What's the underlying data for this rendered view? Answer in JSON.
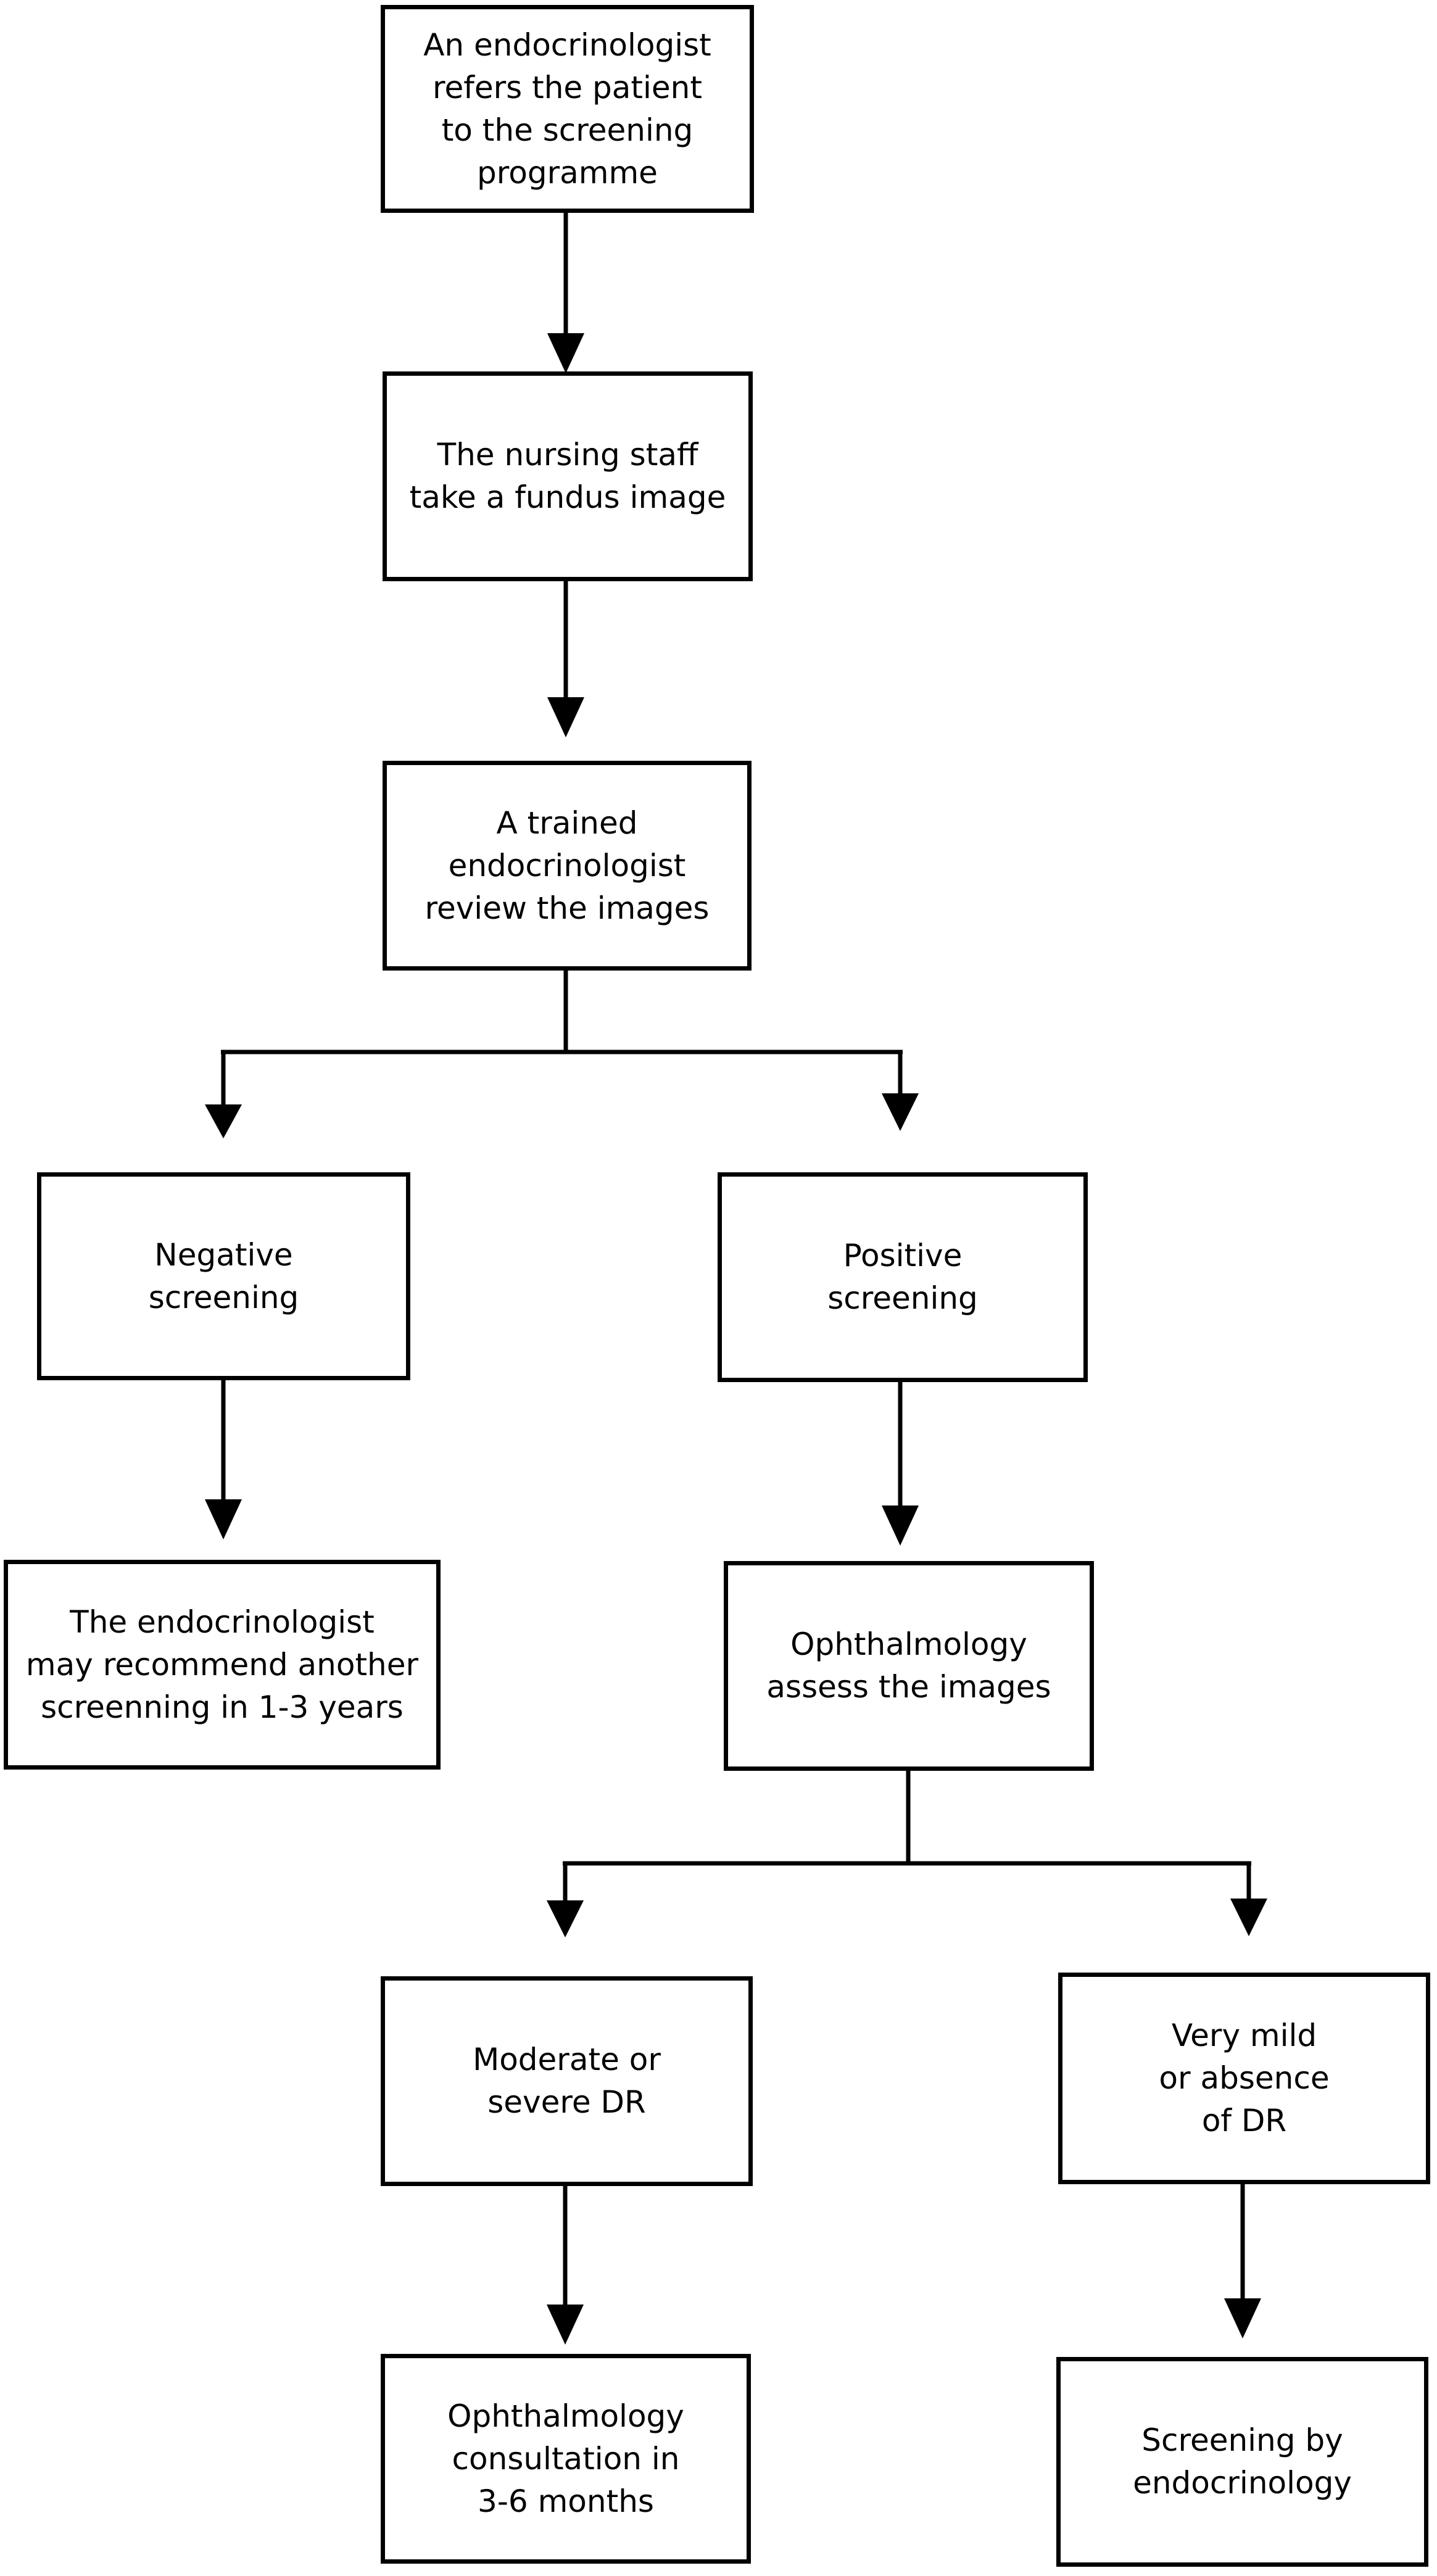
{
  "diagram": {
    "type": "flowchart",
    "colors": {
      "stroke": "#000000",
      "background": "#ffffff",
      "text": "#000000"
    },
    "nodes": {
      "referral": {
        "label": "An endocrinologist\nrefers the patient\nto the screening\nprogramme"
      },
      "fundus_image": {
        "label": "The nursing staff\ntake a fundus image"
      },
      "review": {
        "label": "A trained\nendocrinologist\nreview the images"
      },
      "negative": {
        "label": "Negative\nscreening"
      },
      "positive": {
        "label": "Positive\nscreening"
      },
      "rescreen": {
        "label": "The endocrinologist\nmay recommend another\nscreenning in 1-3 years"
      },
      "ophthalmology_assess": {
        "label": "Ophthalmology\nassess the images"
      },
      "moderate_severe": {
        "label": "Moderate or\nsevere DR"
      },
      "very_mild": {
        "label": "Very mild\nor absence\nof DR"
      },
      "consultation": {
        "label": "Ophthalmology\nconsultation in\n3-6 months"
      },
      "endo_screening": {
        "label": "Screening by\nendocrinology"
      }
    },
    "edges": [
      {
        "from": "referral",
        "to": "fundus_image"
      },
      {
        "from": "fundus_image",
        "to": "review"
      },
      {
        "from": "review",
        "to": "negative"
      },
      {
        "from": "review",
        "to": "positive"
      },
      {
        "from": "negative",
        "to": "rescreen"
      },
      {
        "from": "positive",
        "to": "ophthalmology_assess"
      },
      {
        "from": "ophthalmology_assess",
        "to": "moderate_severe"
      },
      {
        "from": "ophthalmology_assess",
        "to": "very_mild"
      },
      {
        "from": "moderate_severe",
        "to": "consultation"
      },
      {
        "from": "very_mild",
        "to": "endo_screening"
      }
    ]
  }
}
